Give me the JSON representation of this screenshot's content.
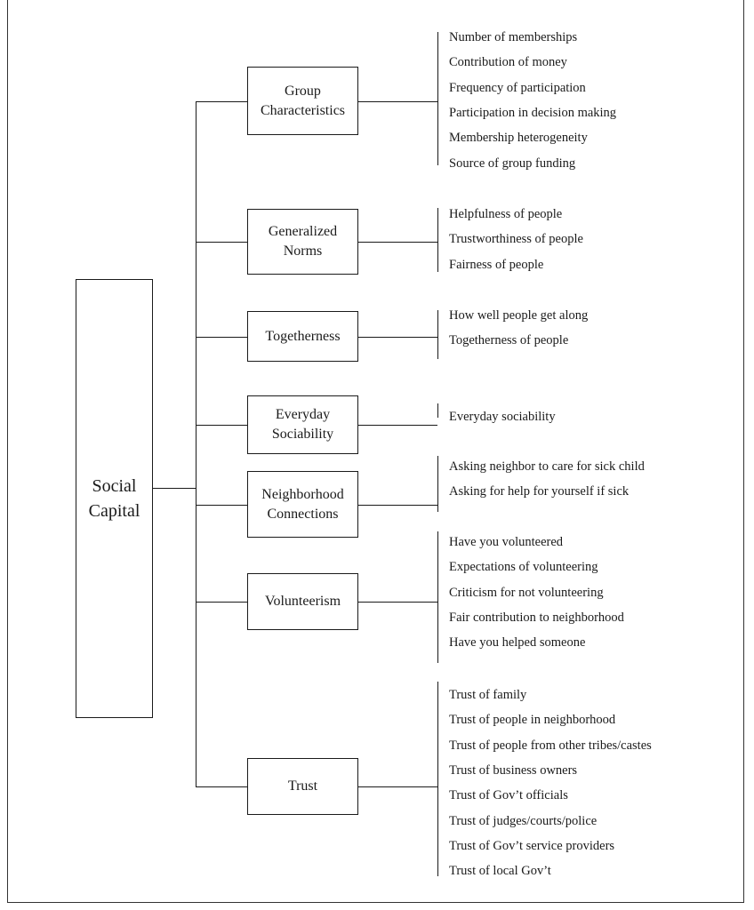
{
  "root": {
    "label": "Social\nCapital"
  },
  "dimensions": [
    {
      "label": "Group\nCharacteristics",
      "items": [
        "Number of memberships",
        "Contribution of money",
        "Frequency of participation",
        "Participation in decision making",
        "Membership heterogeneity",
        "Source of group funding"
      ]
    },
    {
      "label": "Generalized\nNorms",
      "items": [
        "Helpfulness of people",
        "Trustworthiness of people",
        "Fairness of people"
      ]
    },
    {
      "label": "Togetherness",
      "items": [
        "How well people get along",
        "Togetherness of people"
      ]
    },
    {
      "label": "Everyday\nSociability",
      "items": [
        "Everyday sociability"
      ]
    },
    {
      "label": "Neighborhood\nConnections",
      "items": [
        "Asking neighbor to care for sick child",
        "Asking for help for yourself if sick"
      ]
    },
    {
      "label": "Volunteerism",
      "items": [
        "Have you volunteered",
        "Expectations of volunteering",
        "Criticism for not volunteering",
        "Fair contribution to neighborhood",
        "Have you helped someone"
      ]
    },
    {
      "label": "Trust",
      "items": [
        "Trust of family",
        "Trust of people in neighborhood",
        "Trust of people from other tribes/castes",
        "Trust of business owners",
        "Trust of Gov’t officials",
        "Trust of judges/courts/police",
        "Trust of Gov’t service providers",
        "Trust of local Gov’t"
      ]
    }
  ]
}
